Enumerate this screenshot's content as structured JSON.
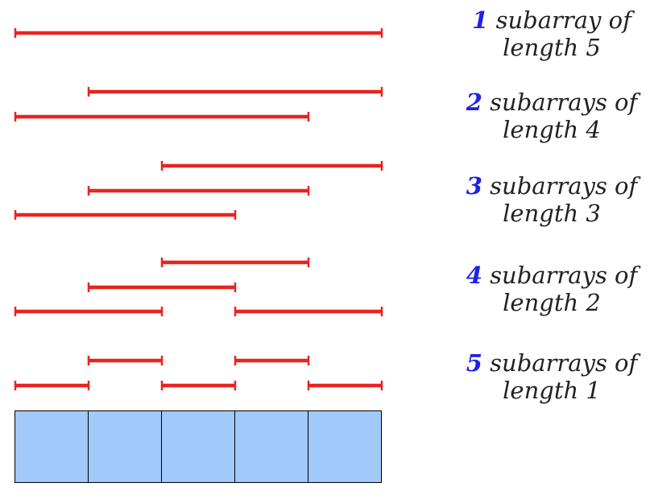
{
  "array": {
    "length": 5
  },
  "groups": [
    {
      "count": "1",
      "line1": "subarray of",
      "line2": "length 5",
      "segments": [
        [
          0,
          5
        ]
      ]
    },
    {
      "count": "2",
      "line1": "subarrays of",
      "line2": "length 4",
      "segments": [
        [
          1,
          5
        ],
        [
          0,
          4
        ]
      ]
    },
    {
      "count": "3",
      "line1": "subarrays of",
      "line2": "length 3",
      "segments": [
        [
          2,
          5
        ],
        [
          1,
          4
        ],
        [
          0,
          3
        ]
      ]
    },
    {
      "count": "4",
      "line1": "subarrays of",
      "line2": "length 2",
      "segments": [
        [
          2,
          4
        ],
        [
          1,
          3
        ],
        [
          0,
          2
        ],
        [
          3,
          5
        ]
      ]
    },
    {
      "count": "5",
      "line1": "subarrays of",
      "line2": "length 1",
      "segments": [
        [
          1,
          2
        ],
        [
          3,
          4
        ],
        [
          0,
          1
        ],
        [
          2,
          3
        ],
        [
          4,
          5
        ]
      ]
    }
  ],
  "colors": {
    "segment": "#e8241f",
    "cell": "#a1c9f9",
    "cell_border": "#000000",
    "count": "#1e22e6",
    "text": "#222222"
  }
}
